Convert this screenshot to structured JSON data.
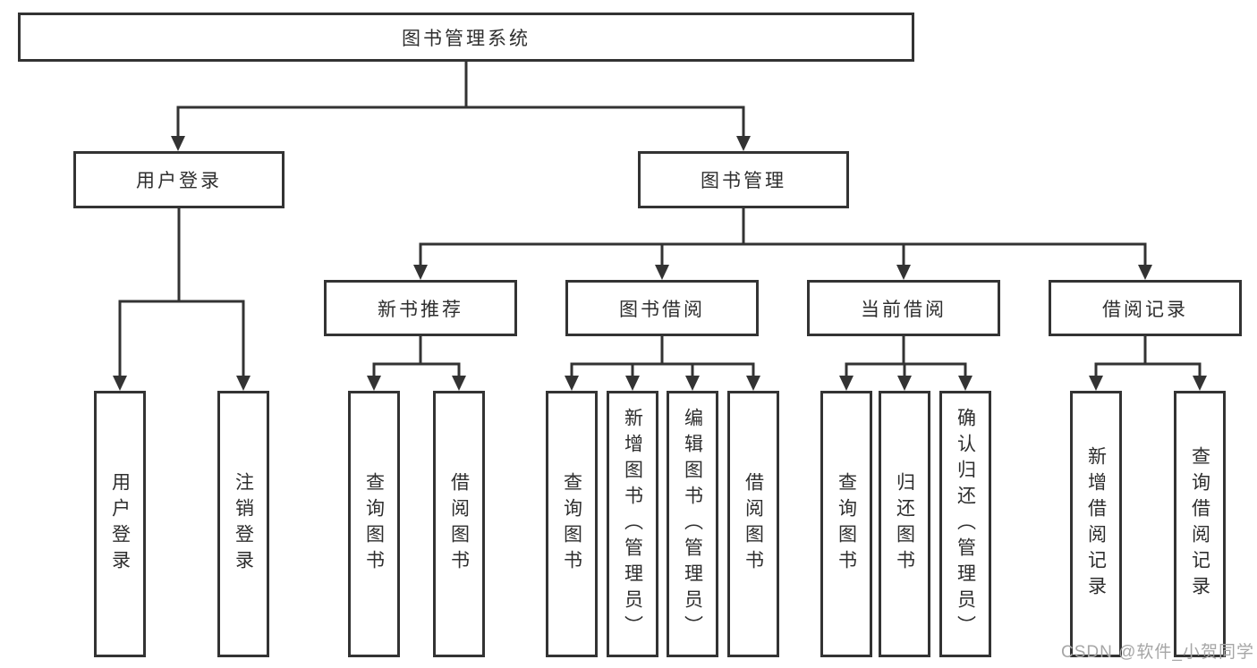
{
  "diagram": {
    "tree": {
      "label": "图书管理系统",
      "children": [
        {
          "label": "用户登录",
          "children": [
            {
              "label": "用户登录"
            },
            {
              "label": "注销登录"
            }
          ]
        },
        {
          "label": "图书管理",
          "children": [
            {
              "label": "新书推荐",
              "children": [
                {
                  "label": "查询图书"
                },
                {
                  "label": "借阅图书"
                }
              ]
            },
            {
              "label": "图书借阅",
              "children": [
                {
                  "label": "查询图书"
                },
                {
                  "label": "新增图书（管理员）"
                },
                {
                  "label": "编辑图书（管理员）"
                },
                {
                  "label": "借阅图书"
                }
              ]
            },
            {
              "label": "当前借阅",
              "children": [
                {
                  "label": "查询图书"
                },
                {
                  "label": "归还图书"
                },
                {
                  "label": "确认归还（管理员）"
                }
              ]
            },
            {
              "label": "借阅记录",
              "children": [
                {
                  "label": "新增借阅记录"
                },
                {
                  "label": "查询借阅记录"
                }
              ]
            }
          ]
        }
      ]
    },
    "colors": {
      "line": "#333333",
      "text": "#2e2e2e",
      "background": "#ffffff",
      "watermark": "#a6a6a6"
    }
  },
  "watermark": "CSDN @软件_小贺同学"
}
